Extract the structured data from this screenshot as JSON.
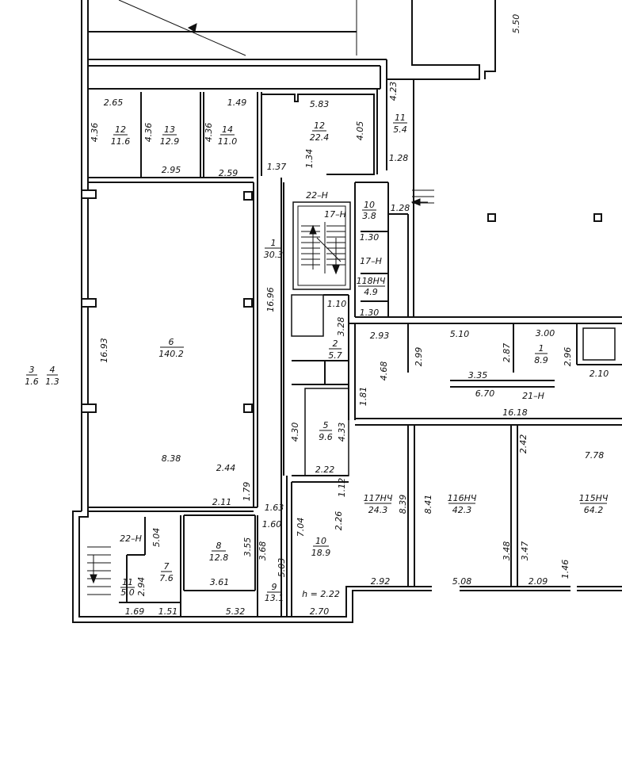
{
  "rooms": [
    {
      "id": "room-12a",
      "number": "12",
      "area": "11.6"
    },
    {
      "id": "room-13",
      "number": "13",
      "area": "12.9"
    },
    {
      "id": "room-14",
      "number": "14",
      "area": "11.0"
    },
    {
      "id": "room-12b",
      "number": "12",
      "area": "22.4"
    },
    {
      "id": "room-11a",
      "number": "11",
      "area": "5.4"
    },
    {
      "id": "room-10a",
      "number": "10",
      "area": "3.8"
    },
    {
      "id": "room-1a",
      "number": "1",
      "area": "30.3"
    },
    {
      "id": "room-118",
      "number": "118НЧ",
      "area": "4.9"
    },
    {
      "id": "room-6",
      "number": "6",
      "area": "140.2"
    },
    {
      "id": "room-2",
      "number": "2",
      "area": "5.7"
    },
    {
      "id": "room-1b",
      "number": "1",
      "area": "8.9"
    },
    {
      "id": "room-3",
      "number": "3",
      "area": "1.6"
    },
    {
      "id": "room-4",
      "number": "4",
      "area": "1.3"
    },
    {
      "id": "room-5",
      "number": "5",
      "area": "9.6"
    },
    {
      "id": "room-117",
      "number": "117НЧ",
      "area": "24.3"
    },
    {
      "id": "room-116",
      "number": "116НЧ",
      "area": "42.3"
    },
    {
      "id": "room-115",
      "number": "115НЧ",
      "area": "64.2"
    },
    {
      "id": "room-10b",
      "number": "10",
      "area": "18.9"
    },
    {
      "id": "room-8",
      "number": "8",
      "area": "12.8"
    },
    {
      "id": "room-7",
      "number": "7",
      "area": "7.6"
    },
    {
      "id": "room-11b",
      "number": "11",
      "area": "5.0"
    },
    {
      "id": "room-9",
      "number": "9",
      "area": "13.1"
    }
  ],
  "dimensions": {
    "d550": "5.50",
    "d265": "2.65",
    "d149": "1.49",
    "d583": "5.83",
    "d423": "4.23",
    "d436a": "4.36",
    "d436b": "4.36",
    "d436c": "4.36",
    "d405": "4.05",
    "d128a": "1.28",
    "d295": "2.95",
    "d259": "2.59",
    "d137": "1.37",
    "d134": "1.34",
    "d128b": "1.28",
    "d130a": "1.30",
    "d1696": "16.96",
    "d110": "1.10",
    "d328": "3.28",
    "d130b": "1.30",
    "d1693": "16.93",
    "d293": "2.93",
    "d510": "5.10",
    "d300": "3.00",
    "d299": "2.99",
    "d287": "2.87",
    "d296": "2.96",
    "d468": "4.68",
    "d335": "3.35",
    "d210": "2.10",
    "d670": "6.70",
    "d181": "1.81",
    "d1618": "16.18",
    "d430": "4.30",
    "d433": "4.33",
    "d242": "2.42",
    "d778": "7.78",
    "d838": "8.38",
    "d244": "2.44",
    "d222a": "2.22",
    "d112": "1.12",
    "d839": "8.39",
    "d841": "8.41",
    "d179": "1.79",
    "d211": "2.11",
    "d163": "1.63",
    "d160": "1.60",
    "d226": "2.26",
    "d504": "5.04",
    "d704": "7.04",
    "d355": "3.55",
    "d368": "3.68",
    "d348": "3.48",
    "d347": "3.47",
    "d503": "5.03",
    "d146": "1.46",
    "d361": "3.61",
    "d294": "2.94",
    "d292": "2.92",
    "d508": "5.08",
    "d209": "2.09",
    "d169": "1.69",
    "d151": "1.51",
    "d532": "5.32",
    "d270": "2.70"
  },
  "annotations": {
    "stair_22h_a": "22–Н",
    "stair_17h_a": "17–Н",
    "stair_17h_b": "17–Н",
    "stair_21h": "21–Н",
    "stair_22h_b": "22–Н",
    "height": "h = 2.22"
  }
}
